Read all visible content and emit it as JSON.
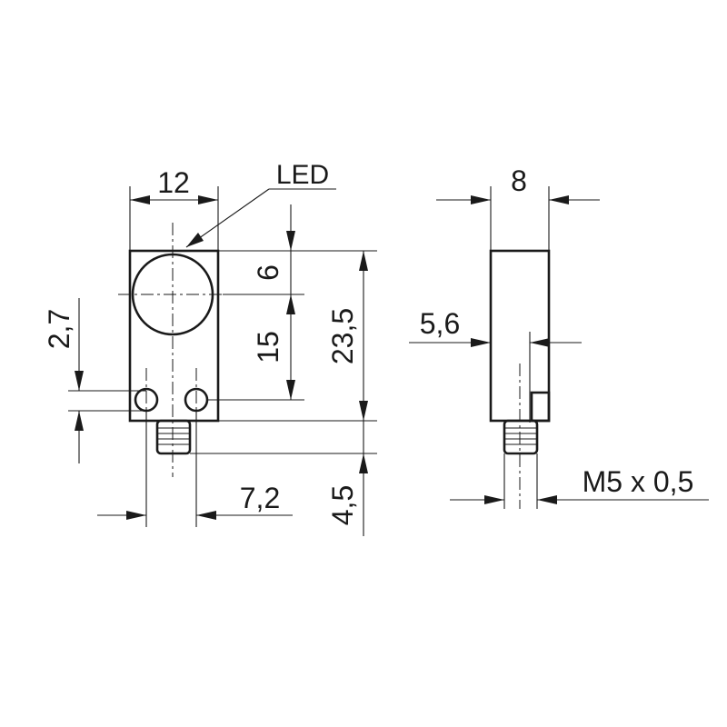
{
  "labels": {
    "led": "LED",
    "thread": "M5 x 0,5"
  },
  "dimensions": {
    "front_width": "12",
    "led_offset": "6",
    "hole_spacing": "15",
    "total_height": "23,5",
    "hole_height": "2,7",
    "connector_height": "4,5",
    "hole_pitch": "7,2",
    "side_width": "8",
    "side_offset": "5,6"
  }
}
